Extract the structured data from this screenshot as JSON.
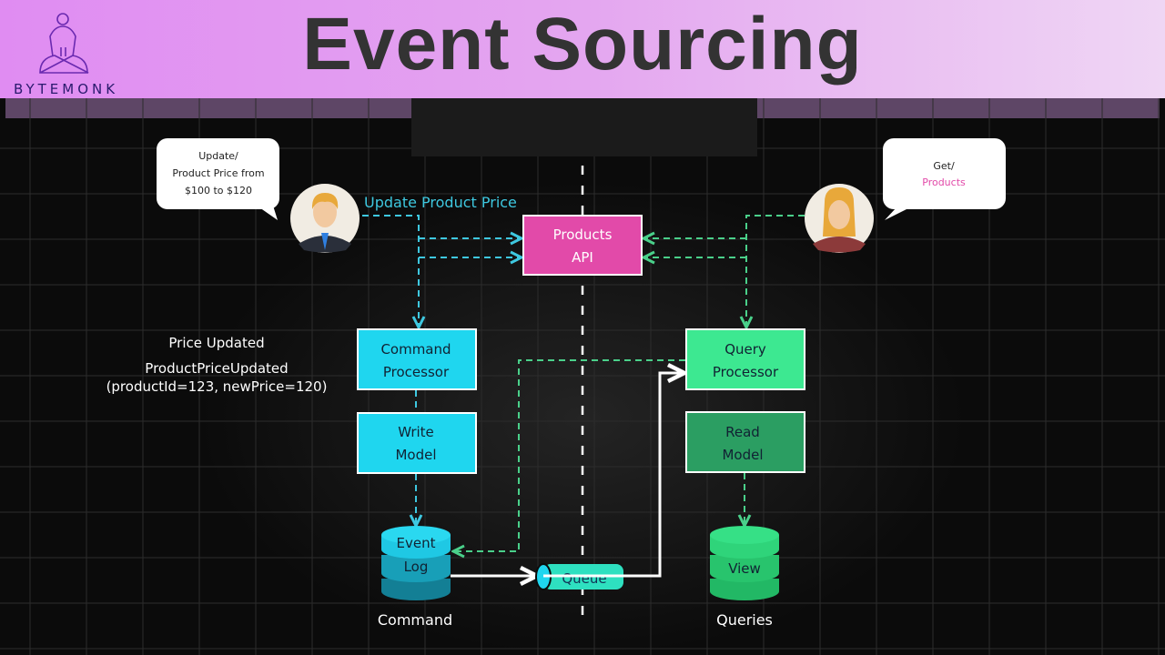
{
  "header": {
    "title": "Event Sourcing",
    "logo_text": "BYTEMONK"
  },
  "bubbles": {
    "left": {
      "lines": [
        "Update/",
        "Product Price from",
        "$100 to $120"
      ]
    },
    "right": {
      "lines": [
        "Get/",
        "Products"
      ]
    }
  },
  "action_label": "Update Product Price",
  "event": {
    "title": "Price Updated",
    "name": "ProductPriceUpdated",
    "payload": "(productId=123, newPrice=120)"
  },
  "boxes": {
    "api": [
      "Products",
      "API"
    ],
    "command_processor": [
      "Command",
      "Processor"
    ],
    "write_model": [
      "Write",
      "Model"
    ],
    "query_processor": [
      "Query",
      "Processor"
    ],
    "read_model": [
      "Read",
      "Model"
    ]
  },
  "stores": {
    "event_log": [
      "Event",
      "Log"
    ],
    "queue": "Queue",
    "view": "View"
  },
  "sections": {
    "command": "Command",
    "queries": "Queries"
  },
  "colors": {
    "cyan": "#1fd6ef",
    "green": "#3de891",
    "dark_green": "#2b9e62",
    "pink": "#e24aa9",
    "arrow_cyan": "#3ec8e0",
    "arrow_green": "#4ad08a"
  }
}
